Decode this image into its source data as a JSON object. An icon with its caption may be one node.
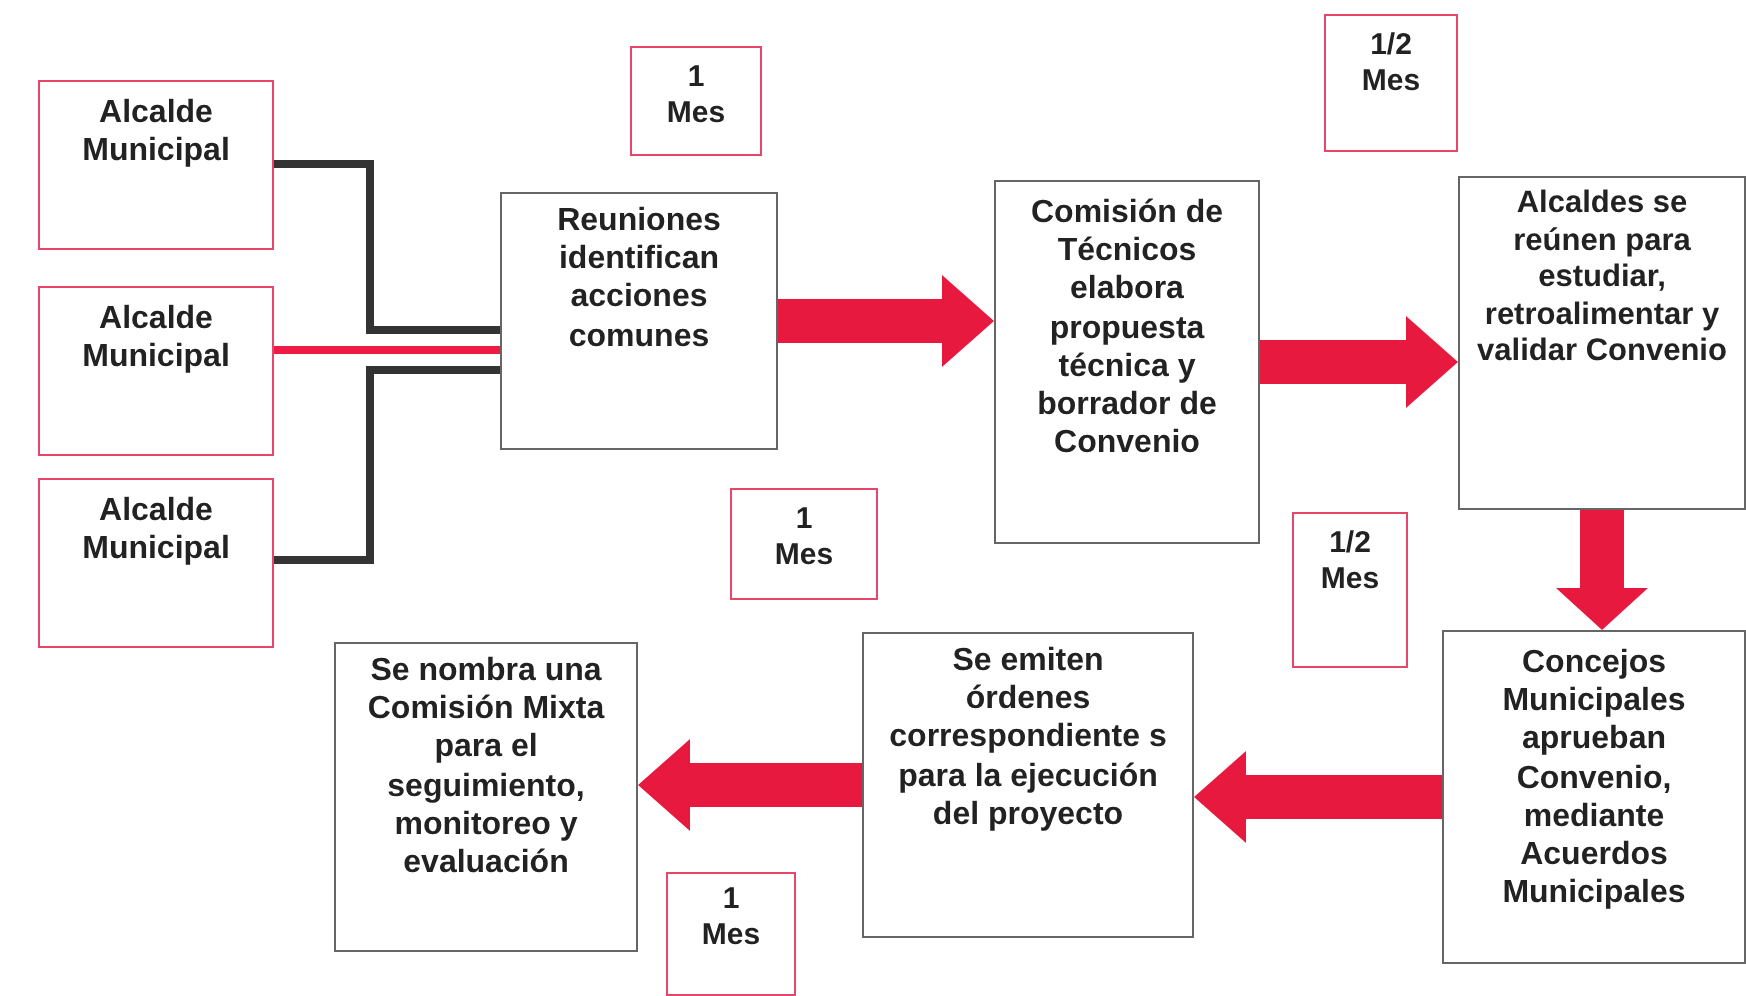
{
  "diagram": {
    "nodes": [
      {
        "text": [
          "Alcalde Municipal"
        ]
      },
      {
        "text": [
          "Alcalde Municipal"
        ]
      },
      {
        "text": [
          "Alcalde Municipal"
        ]
      },
      {
        "text": [
          "Reuniones identifican acciones comunes"
        ]
      },
      {
        "text": [
          "Comisión de Técnicos elabora propuesta técnica y borrador de Convenio"
        ]
      },
      {
        "text": [
          "Alcaldes se reúnen para estudiar, retroalimentar y validar Convenio"
        ]
      },
      {
        "text": [
          "Concejos Municipales aprueban Convenio, mediante Acuerdos Municipales"
        ]
      },
      {
        "text": [
          "Se emiten órdenes correspondiente s para la ejecución del proyecto"
        ]
      },
      {
        "text": [
          "Se nombra una Comisión Mixta para el seguimiento, monitoreo y evaluación"
        ]
      },
      {
        "text": [
          "1 Mes"
        ]
      },
      {
        "text": [
          "1/2 Mes"
        ]
      },
      {
        "text": [
          "1 Mes"
        ]
      },
      {
        "text": [
          "1/2 Mes"
        ]
      },
      {
        "text": [
          "1 Mes"
        ]
      }
    ],
    "edges": [
      {
        "from": 0,
        "to": 3,
        "arrow": "none",
        "color": "#333333"
      },
      {
        "from": 1,
        "to": 3,
        "arrow": "none",
        "color": "#ee1c45"
      },
      {
        "from": 2,
        "to": 3,
        "arrow": "none",
        "color": "#333333"
      },
      {
        "from": 3,
        "to": 4,
        "arrow": "to",
        "style": "thick",
        "color": "#e8193f"
      },
      {
        "from": 4,
        "to": 5,
        "arrow": "to",
        "style": "thick",
        "color": "#e8193f"
      },
      {
        "from": 5,
        "to": 6,
        "arrow": "to",
        "style": "thick",
        "color": "#e8193f"
      },
      {
        "from": 6,
        "to": 7,
        "arrow": "to",
        "style": "thick",
        "color": "#e8193f"
      },
      {
        "from": 7,
        "to": 8,
        "arrow": "to",
        "style": "thick",
        "color": "#e8193f"
      }
    ]
  }
}
